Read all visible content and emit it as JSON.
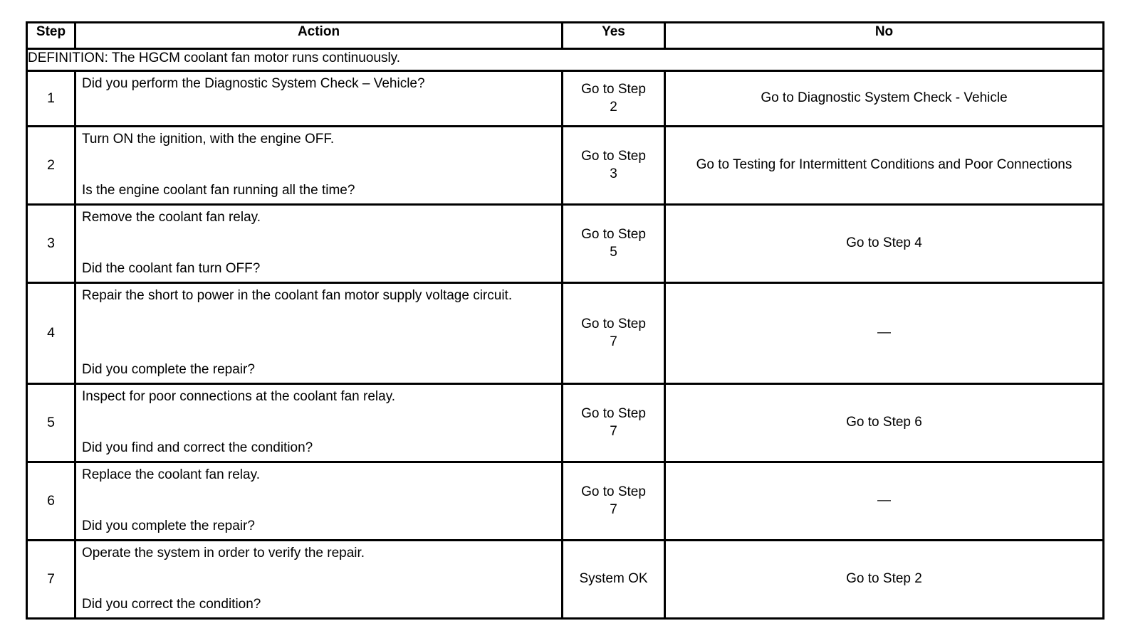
{
  "document": {
    "type": "diagnostic-flowchart-table",
    "definition_label": "DEFINITION:",
    "definition_text": "DEFINITION: The HGCM coolant fan motor runs continuously."
  },
  "table": {
    "columns": [
      {
        "key": "step",
        "label": "Step"
      },
      {
        "key": "action",
        "label": "Action"
      },
      {
        "key": "yes",
        "label": "Yes"
      },
      {
        "key": "no",
        "label": "No"
      }
    ],
    "rows": [
      {
        "step": "1",
        "action_top": "Did you perform the Diagnostic System Check – Vehicle?",
        "action_bottom": "",
        "yes": "Go to Step\n2",
        "no": "Go to Diagnostic System Check - Vehicle"
      },
      {
        "step": "2",
        "action_top": "Turn ON the ignition, with the engine OFF.",
        "action_bottom": "Is the engine coolant fan running all the time?",
        "yes": "Go to Step\n3",
        "no": "Go to Testing for Intermittent Conditions and Poor Connections"
      },
      {
        "step": "3",
        "action_top": "Remove the coolant fan relay.",
        "action_bottom": "Did the coolant fan turn OFF?",
        "yes": "Go to Step\n5",
        "no": "Go to Step 4"
      },
      {
        "step": "4",
        "action_top": "Repair the short to power in the coolant fan motor supply voltage circuit.",
        "action_bottom": "Did you complete the repair?",
        "yes": "Go to Step\n7",
        "no": "—"
      },
      {
        "step": "5",
        "action_top": "Inspect for poor connections at the coolant fan relay.",
        "action_bottom": "Did you find and correct the condition?",
        "yes": "Go to Step\n7",
        "no": "Go to Step 6"
      },
      {
        "step": "6",
        "action_top": "Replace the coolant fan relay.",
        "action_bottom": "Did you complete the repair?",
        "yes": "Go to Step\n7",
        "no": "—"
      },
      {
        "step": "7",
        "action_top": "Operate the system in order to verify the repair.",
        "action_bottom": "Did you correct the condition?",
        "yes": "System OK",
        "no": "Go to Step 2"
      }
    ]
  },
  "colors": {
    "border": "#000000",
    "background": "#ffffff",
    "text": "#000000"
  }
}
